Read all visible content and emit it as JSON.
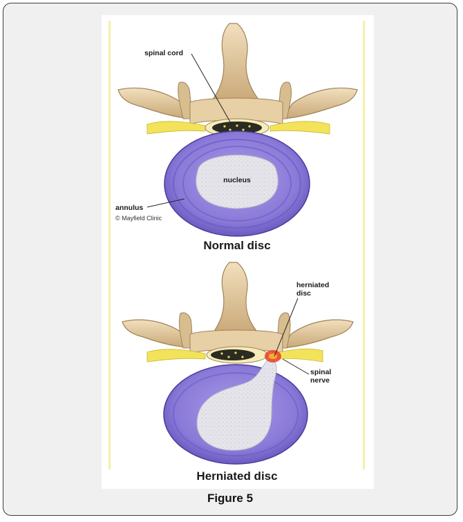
{
  "figure": {
    "caption": "Figure 5",
    "normal": {
      "title": "Normal disc",
      "labels": {
        "spinal_cord": "spinal cord",
        "nucleus": "nucleus",
        "annulus": "annulus",
        "credit": "© Mayfield Clinic"
      }
    },
    "herniated": {
      "title": "Herniated disc",
      "labels": {
        "herniated_disc_line1": "herniated",
        "herniated_disc_line2": "disc",
        "spinal_nerve_line1": "spinal",
        "spinal_nerve_line2": "nerve"
      }
    }
  },
  "colors": {
    "frame_bg": "#f0f0f0",
    "frame_border": "#3a3a3a",
    "bone": "#e7cfa6",
    "bone_shade": "#b99a6c",
    "annulus": "#8a7ad8",
    "annulus_dark": "#5a48b0",
    "nucleus": "#e6e6ec",
    "nerve": "#f3e35a",
    "spinal_cord": "#2b2b22",
    "herniation": "#e8402a",
    "side_bars": "#f5efaa"
  }
}
